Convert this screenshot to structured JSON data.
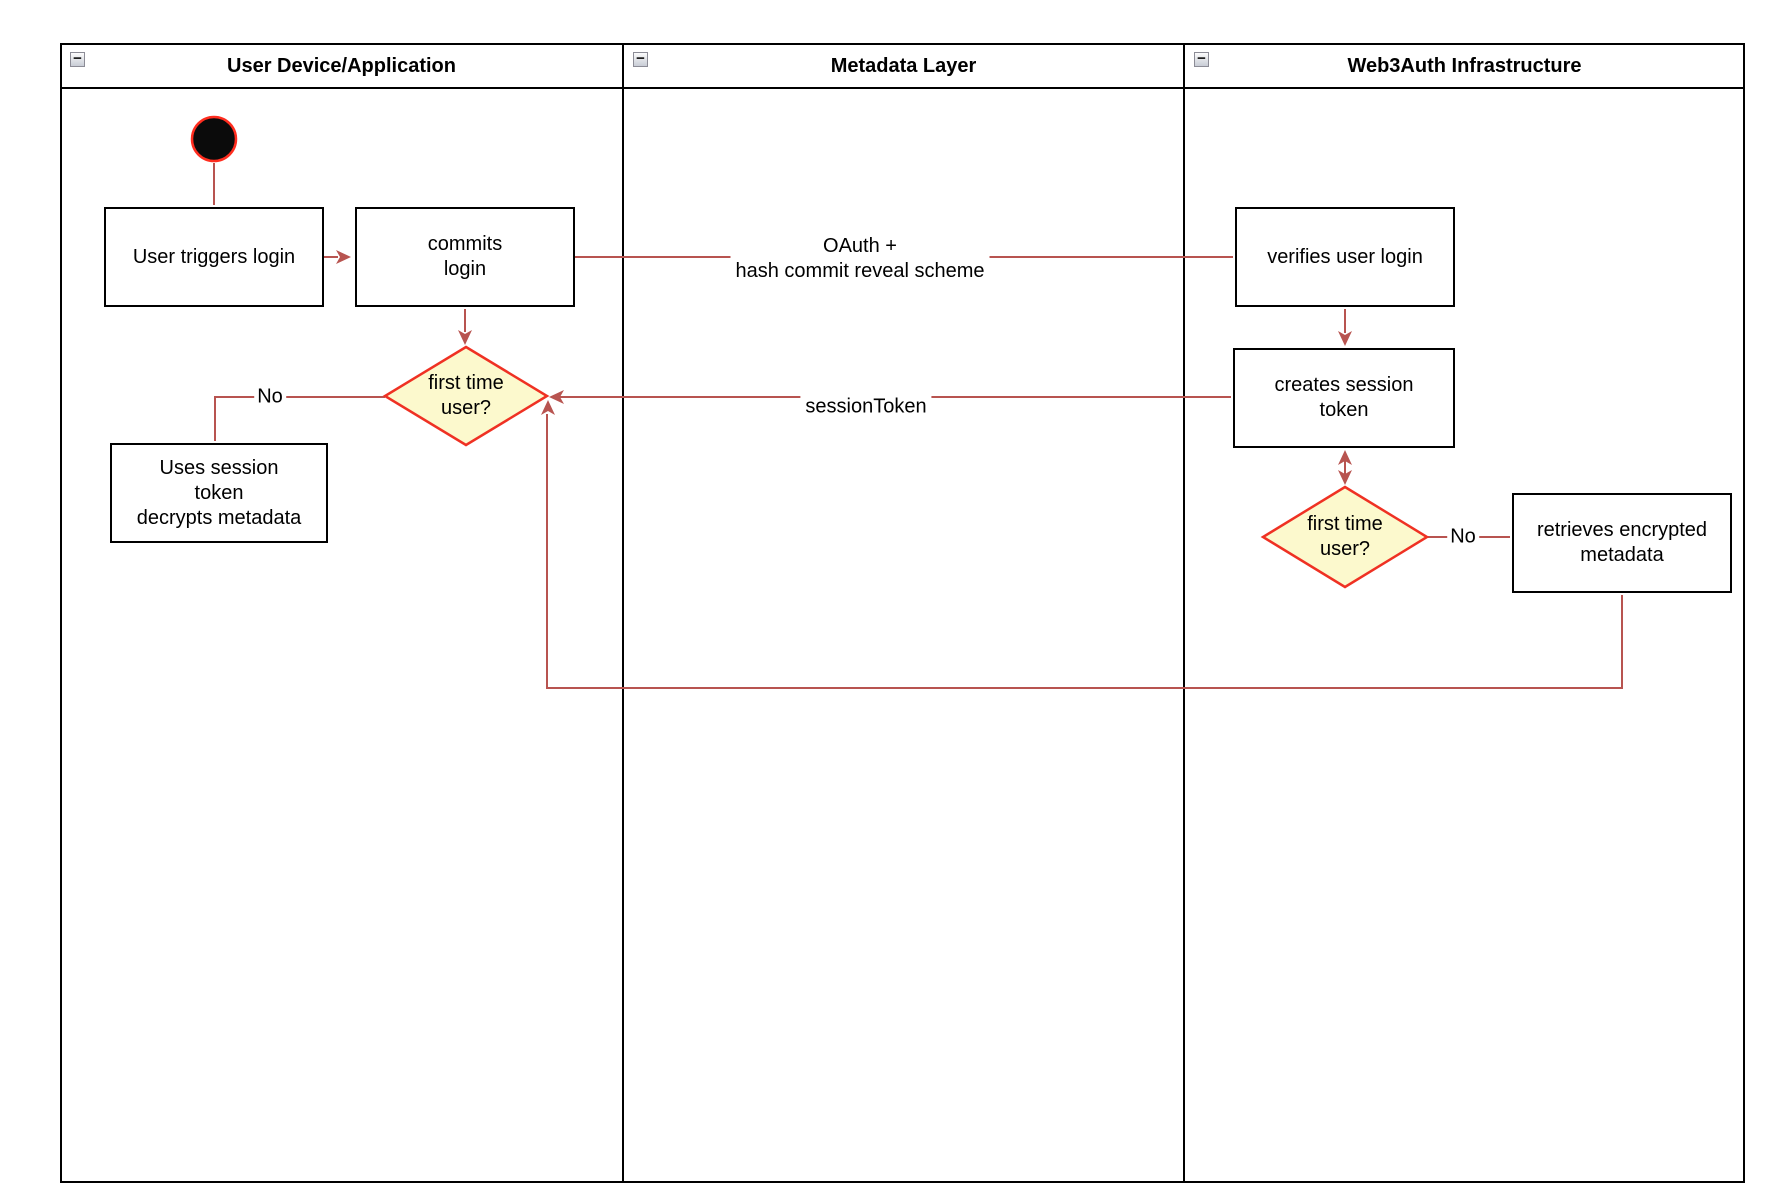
{
  "diagram": {
    "lanes": [
      {
        "title": "User Device/Application",
        "collapse_icon": "−"
      },
      {
        "title": "Metadata Layer",
        "collapse_icon": "−"
      },
      {
        "title": "Web3Auth Infrastructure",
        "collapse_icon": "−"
      }
    ],
    "nodes": {
      "user_triggers_login": "User triggers login",
      "commits_login": "commits\nlogin",
      "first_time_user_device": "first time\nuser?",
      "uses_session_token": "Uses session\ntoken\ndecrypts metadata",
      "verifies_user_login": "verifies user login",
      "creates_session_token": "creates session\ntoken",
      "first_time_user_web3auth": "first time\nuser?",
      "retrieves_encrypted_metadata": "retrieves encrypted\nmetadata"
    },
    "edge_labels": {
      "oauth": "OAuth +\nhash commit reveal scheme",
      "session_token": "sessionToken",
      "no_device": "No",
      "no_web3auth": "No"
    },
    "colors": {
      "connector": "#B85450",
      "decision_fill": "#FCF9CD",
      "decision_stroke": "#EF3123",
      "start_fill": "#0B0B0B",
      "start_ring": "#FF2D1F",
      "shape_border": "#000000",
      "lane_border": "#000000"
    }
  }
}
